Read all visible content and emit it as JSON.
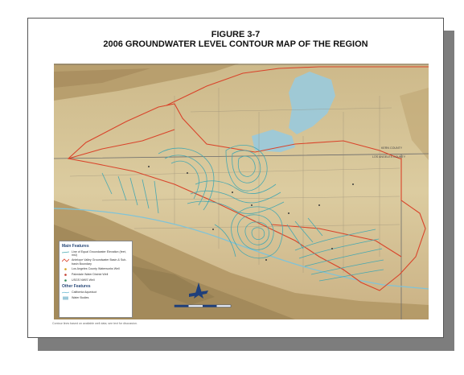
{
  "figure": {
    "number": "FIGURE 3-7",
    "title": "2006 GROUNDWATER LEVEL CONTOUR MAP OF THE REGION"
  },
  "map": {
    "county_labels": [
      "KERN COUNTY",
      "LOS ANGELES COUNTY"
    ],
    "colors": {
      "terrain": "#d8c89a",
      "mountains": "#b9a16e",
      "lake": "#9cc9d9",
      "contour": "#48a8b0",
      "basin_boundary": "#d9432a",
      "county_line": "#6b6b6b"
    }
  },
  "legend": {
    "main_heading": "Main Features",
    "main_items": [
      {
        "icon": "contour-line-icon",
        "label": "Line of Equal Groundwater Elevation (feet, msl)"
      },
      {
        "icon": "basin-boundary-icon",
        "label": "Antelope Valley Groundwater Basin & Sub-basin Boundary"
      },
      {
        "icon": "lacdpw-well-icon",
        "label": "Los Angeles County Waterworks Well"
      },
      {
        "icon": "pwd-well-icon",
        "label": "Palmdale Water District Well"
      },
      {
        "icon": "usgs-well-icon",
        "label": "USGS NWIS Well"
      }
    ],
    "other_heading": "Other Features",
    "other_items": [
      {
        "icon": "aqueduct-icon",
        "label": "California Aqueduct"
      },
      {
        "icon": "water-bodies-icon",
        "label": "Water Bodies"
      }
    ]
  },
  "footnote": "Contour lines based on available well data; see text for discussion."
}
